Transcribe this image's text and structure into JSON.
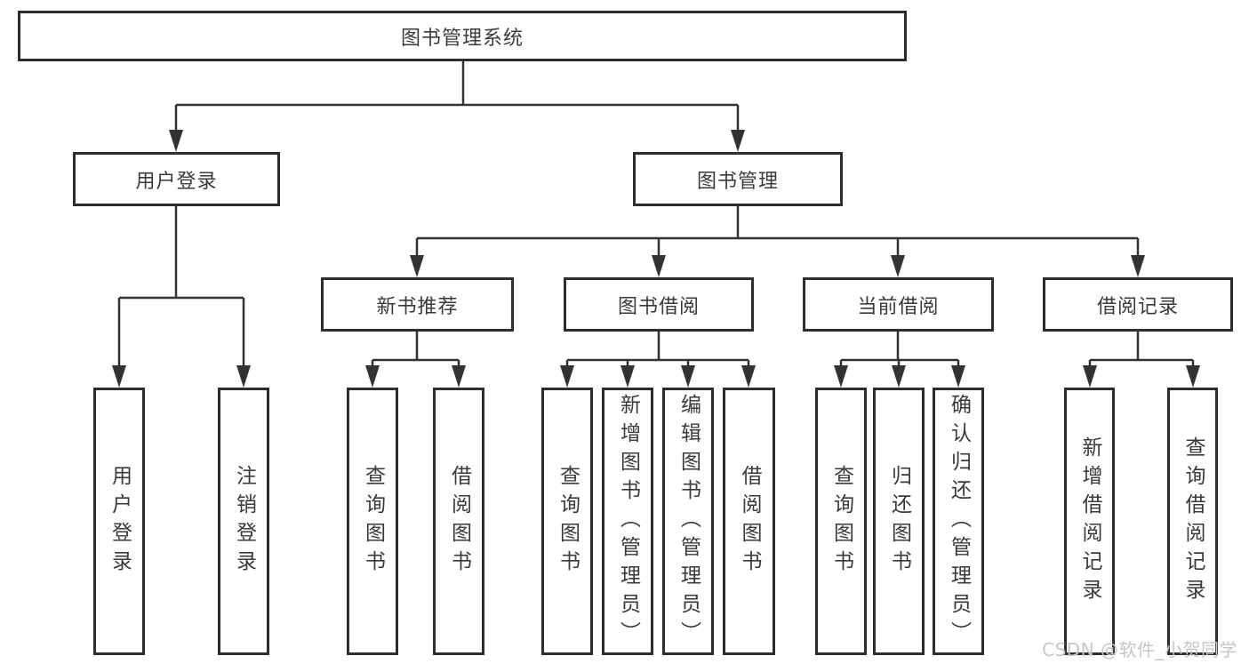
{
  "tree": {
    "label": "图书管理系统",
    "children": [
      {
        "label": "用户登录",
        "children": [
          {
            "label": "用户登录"
          },
          {
            "label": "注销登录"
          }
        ]
      },
      {
        "label": "图书管理",
        "children": [
          {
            "label": "新书推荐",
            "children": [
              {
                "label": "查询图书"
              },
              {
                "label": "借阅图书"
              }
            ]
          },
          {
            "label": "图书借阅",
            "children": [
              {
                "label": "查询图书"
              },
              {
                "label": "新增图书（管理员）"
              },
              {
                "label": "编辑图书（管理员）"
              },
              {
                "label": "借阅图书"
              }
            ]
          },
          {
            "label": "当前借阅",
            "children": [
              {
                "label": "查询图书"
              },
              {
                "label": "归还图书"
              },
              {
                "label": "确认归还（管理员）"
              }
            ]
          },
          {
            "label": "借阅记录",
            "children": [
              {
                "label": "新增借阅记录"
              },
              {
                "label": "查询借阅记录"
              }
            ]
          }
        ]
      }
    ]
  },
  "watermark": {
    "text": "CSDN @软件_小贺同学"
  },
  "colors": {
    "line": "#333333",
    "border": "#2e2e2e",
    "text": "#3a3a3c",
    "watermark": "#c6c6c6"
  }
}
